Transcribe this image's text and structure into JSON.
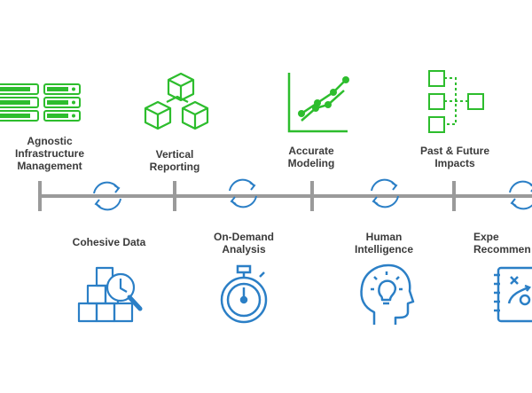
{
  "colors": {
    "green": "#2dbd2d",
    "blue": "#2b7fc6",
    "line": "#9a9a9a",
    "text": "#3b3b3b"
  },
  "top_items": [
    {
      "label": "Agnostic\nInfrastructure\nManagement",
      "icon": "server-rack-icon"
    },
    {
      "label": "Vertical\nReporting",
      "icon": "cubes-icon"
    },
    {
      "label": "Accurate\nModeling",
      "icon": "line-chart-icon"
    },
    {
      "label": "Past & Future\nImpacts",
      "icon": "tree-diagram-icon"
    }
  ],
  "bottom_items": [
    {
      "label": "Cohesive Data",
      "icon": "boxes-magnifier-icon"
    },
    {
      "label": "On-Demand\nAnalysis",
      "icon": "stopwatch-icon"
    },
    {
      "label": "Human\nIntelligence",
      "icon": "head-lightbulb-icon"
    },
    {
      "label": "Expe\nRecommen",
      "icon": "strategy-board-icon"
    }
  ]
}
